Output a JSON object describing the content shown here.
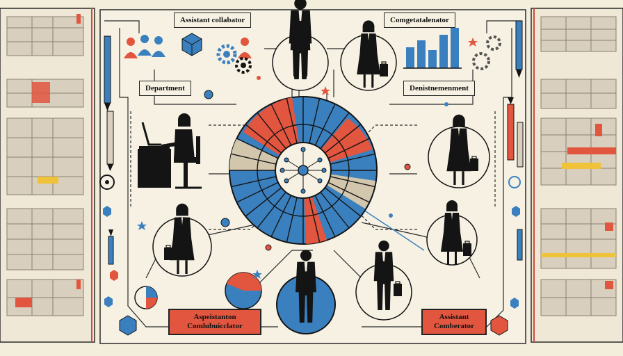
{
  "labels": {
    "top_left": "Assistant collabator",
    "top_right": "Comgetatalenator",
    "left_mid": "Department",
    "right_mid": "Denistnemenment",
    "bottom_left_line1": "Aspeistanton",
    "bottom_left_line2": "Comlubuicclator",
    "bottom_right_line1": "Assistant",
    "bottom_right_line2": "Comberator"
  },
  "colors": {
    "background": "#f3eddc",
    "blue": "#3a80bf",
    "red": "#e2553f",
    "yellow": "#f0c23a",
    "ink": "#141414",
    "panel": "#d8cfbe"
  },
  "icons": [
    "person-group-icon",
    "gear-icon",
    "bar-chart-icon",
    "pie-chart-icon",
    "hexagon-icon",
    "star-icon",
    "laptop-desk-icon",
    "briefcase-icon"
  ]
}
